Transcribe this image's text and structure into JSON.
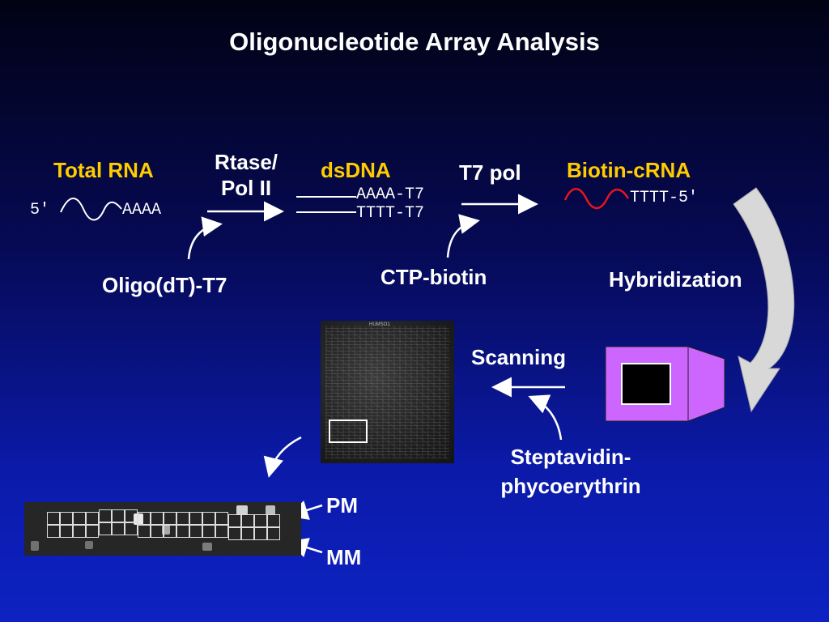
{
  "title": "Oligonucleotide Array Analysis",
  "steps": {
    "total_rna": "Total RNA",
    "rtase_line1": "Rtase/",
    "rtase_line2": "Pol II",
    "dsdna": "dsDNA",
    "t7_pol": "T7 pol",
    "biotin_crna": "Biotin-cRNA",
    "oligo_dt": "Oligo(dT)-T7",
    "ctp_biotin": "CTP-biotin",
    "hybridization": "Hybridization",
    "scanning": "Scanning",
    "strep_line1": "Steptavidin-",
    "strep_line2": "phycoerythrin",
    "pm": "PM",
    "mm": "MM"
  },
  "sequences": {
    "rna_5prime": "5′",
    "rna_polya": "AAAA",
    "dsdna_top": "AAAA-T7",
    "dsdna_bottom": "TTTT-T7",
    "crna_tail": "TTTT-5′"
  },
  "chip_caption": "HUMSO1",
  "colors": {
    "label_yellow": "#ffcc00",
    "crna_red": "#e8161b",
    "scanner_pink": "#cc66ff",
    "hyb_arrow": "#d8d8d8"
  }
}
